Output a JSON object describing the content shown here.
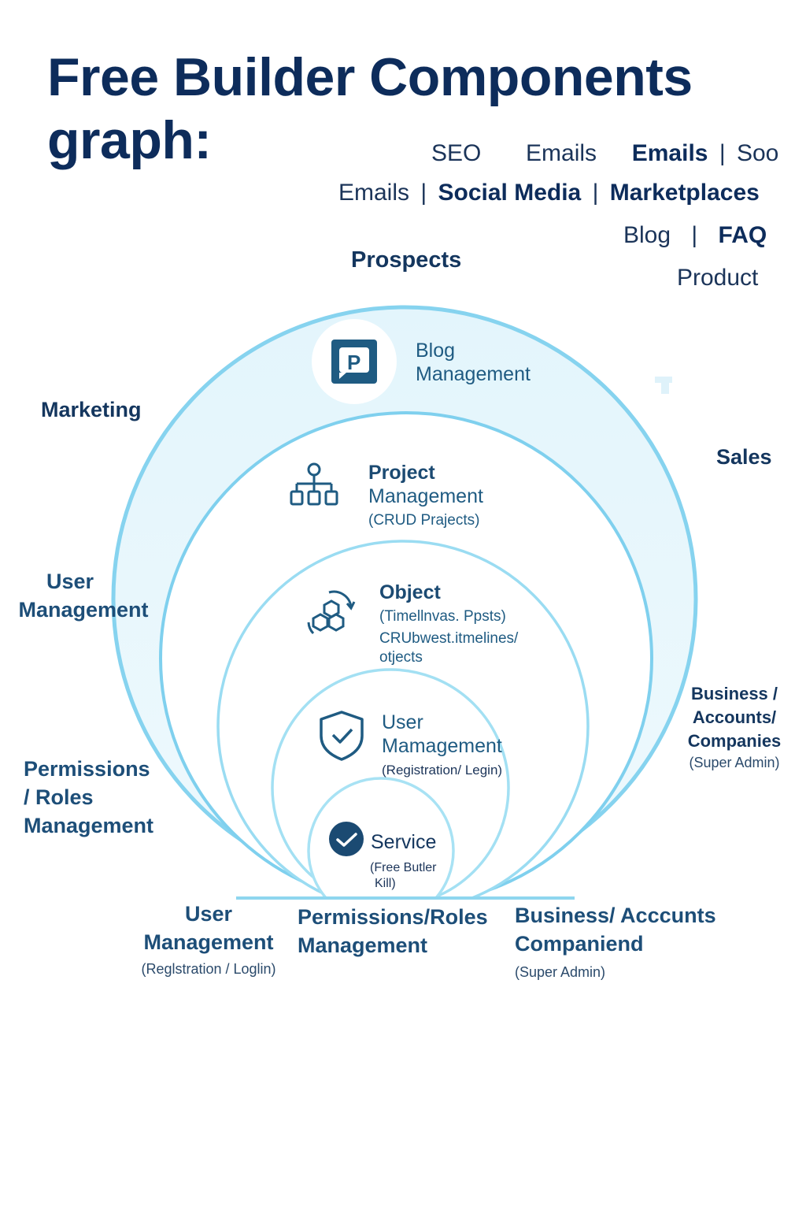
{
  "title": "Free Builder Components graph:",
  "channels": {
    "row1": [
      "SEO",
      "Emails",
      "Emails",
      "|",
      "Soo"
    ],
    "row2": [
      "Emails",
      "|",
      "Social Media",
      "|",
      "Marketplaces"
    ],
    "row3": [
      "Blog",
      "|",
      "FAQ"
    ],
    "row4": "Product"
  },
  "prospects": "Prospects",
  "sides": {
    "marketing": "Marketing",
    "sales": "Sales",
    "user_management_line1": "User",
    "user_management_line2": "Management",
    "permissions_line1": "Permissions",
    "permissions_line2": "/ Roles",
    "permissions_line3": "Management",
    "business_line1": "Business /",
    "business_line2": "Accounts/",
    "business_line3": "Companies",
    "business_sub": "(Super Admin)"
  },
  "rings": {
    "blog": {
      "line1": "Blog",
      "line2": "Management",
      "icon": "p-badge-icon"
    },
    "project": {
      "line1": "Project",
      "line2": "Management",
      "sub": "(CRUD Prajects)",
      "icon": "sitemap-icon"
    },
    "object": {
      "line1": "Object",
      "sub1": "(Timellnvas. Ppsts)",
      "sub2": "CRUbwest.itmelines/",
      "sub3": "otjects",
      "icon": "hexagon-cycle-icon"
    },
    "user": {
      "line1": "User",
      "line2": "Mamagement",
      "sub": "(Registration/ Legin)",
      "icon": "shield-check-icon"
    },
    "service": {
      "line1": "Service",
      "sub1": "(Free Butler",
      "sub2": "Kill)",
      "icon": "check-circle-icon"
    }
  },
  "bottom": {
    "user_line1": "User",
    "user_line2": "Management",
    "user_sub": "(Reglstration / Loglin)",
    "perm_line1": "Permissions/Roles",
    "perm_line2": "Management",
    "biz_line1": "Business/ Acccunts",
    "biz_line2": "Companiend",
    "biz_sub": "(Super Admin)"
  },
  "colors": {
    "ring_stroke": "#86d3ef",
    "ring_fill_outer": "#e6f6fc",
    "title": "#0d2c5b",
    "icon": "#1f5b82"
  }
}
